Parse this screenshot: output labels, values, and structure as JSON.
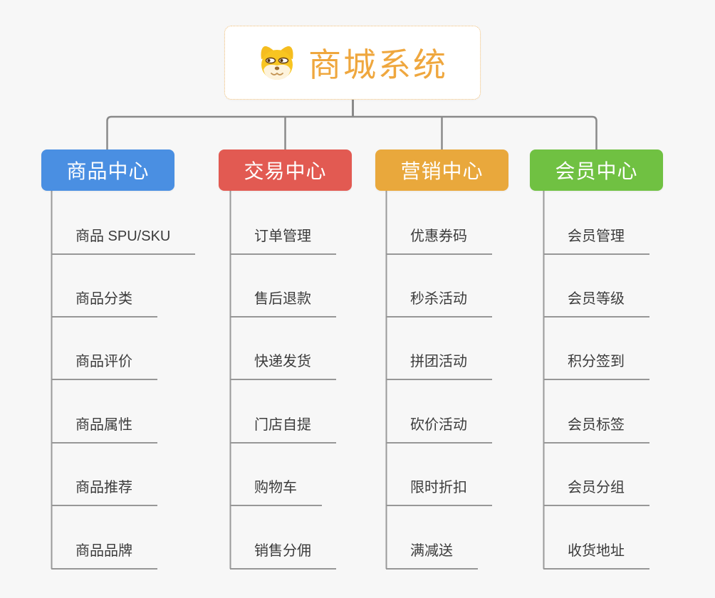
{
  "page": {
    "background_color": "#f7f7f7",
    "connector_color": "#8a8a8a",
    "underline_color": "#979797"
  },
  "root": {
    "title": "商城系统",
    "icon": "dog-face-icon",
    "title_color": "#efa73e",
    "border_color": "#f0bd74"
  },
  "branches": [
    {
      "label": "商品中心",
      "color": "#4a8fe2",
      "items": [
        "商品 SPU/SKU",
        "商品分类",
        "商品评价",
        "商品属性",
        "商品推荐",
        "商品品牌"
      ]
    },
    {
      "label": "交易中心",
      "color": "#e25a52",
      "items": [
        "订单管理",
        "售后退款",
        "快递发货",
        "门店自提",
        "购物车",
        "销售分佣"
      ]
    },
    {
      "label": "营销中心",
      "color": "#e9a83c",
      "items": [
        "优惠券码",
        "秒杀活动",
        "拼团活动",
        "砍价活动",
        "限时折扣",
        "满减送"
      ]
    },
    {
      "label": "会员中心",
      "color": "#70c142",
      "items": [
        "会员管理",
        "会员等级",
        "积分签到",
        "会员标签",
        "会员分组",
        "收货地址"
      ]
    }
  ]
}
